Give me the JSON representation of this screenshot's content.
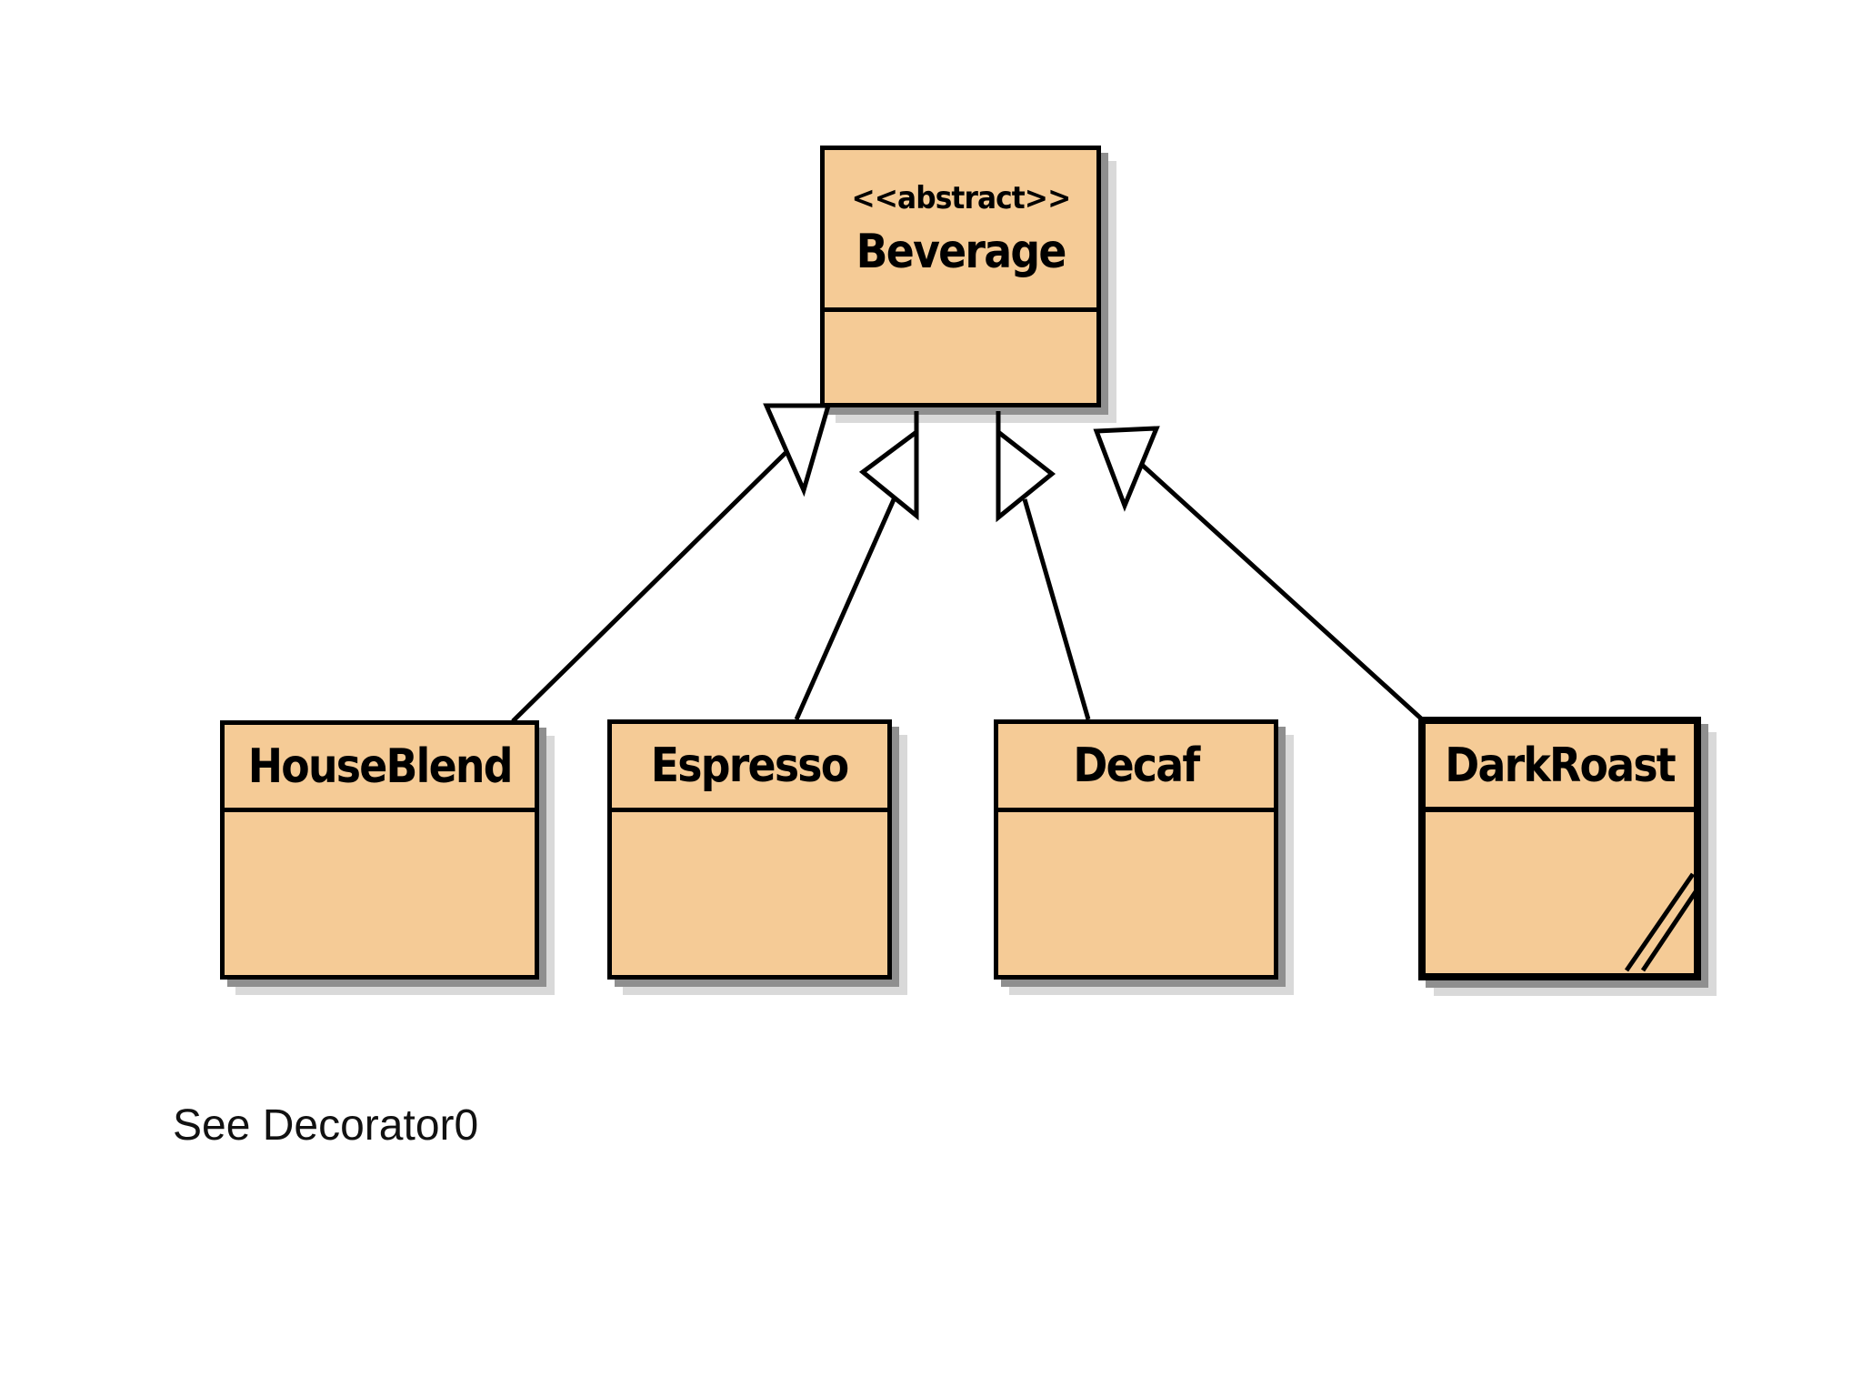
{
  "diagram": {
    "note": "See Decorator0",
    "colors": {
      "page_bg": "#ffffff",
      "class_fill": "#F5CB96",
      "border": "#000000",
      "shadow_dark": "#8f8f8f",
      "shadow_light": "#d9d9d9"
    },
    "superclass": {
      "stereotype": "<<abstract>>",
      "name": "Beverage"
    },
    "subclasses": [
      {
        "name": "HouseBlend"
      },
      {
        "name": "Espresso"
      },
      {
        "name": "Decaf"
      },
      {
        "name": "DarkRoast"
      }
    ],
    "relationships": [
      {
        "from": "HouseBlend",
        "to": "Beverage",
        "type": "generalization"
      },
      {
        "from": "Espresso",
        "to": "Beverage",
        "type": "generalization"
      },
      {
        "from": "Decaf",
        "to": "Beverage",
        "type": "generalization"
      },
      {
        "from": "DarkRoast",
        "to": "Beverage",
        "type": "generalization"
      }
    ]
  }
}
